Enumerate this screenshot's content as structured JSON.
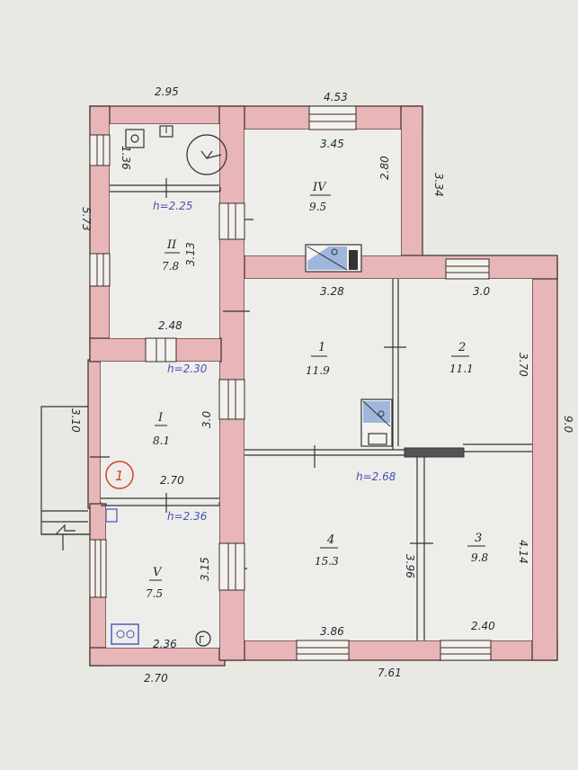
{
  "dims": {
    "top_left": "2.95",
    "top_right": "4.53",
    "left_outer": "5.73",
    "right_upper": "3.34",
    "right_outer": "9.0",
    "bottom_left": "2.70",
    "bottom_right": "7.61",
    "porch": "3.10"
  },
  "rooms": {
    "wc": {
      "width": "1.36"
    },
    "r2": {
      "num": "II",
      "area": "7.8",
      "wall_w": "2.48",
      "wall_h": "3.13",
      "height": "h=2.25"
    },
    "r4": {
      "num": "IV",
      "area": "9.5",
      "wall_w": "3.45",
      "wall_h": "2.80"
    },
    "r1": {
      "num": "I",
      "area": "8.1",
      "wall_w": "2.70",
      "wall_h": "3.0",
      "height": "h=2.30"
    },
    "r5": {
      "num": "V",
      "area": "7.5",
      "wall_w": "2.36",
      "wall_h": "3.15",
      "height": "h=2.36",
      "mark": "Г"
    },
    "a1": {
      "num": "1",
      "area": "11.9",
      "wall_w": "3.28"
    },
    "a2": {
      "num": "2",
      "area": "11.1",
      "wall_w": "3.0",
      "wall_h": "3.70"
    },
    "a3": {
      "num": "3",
      "area": "9.8",
      "wall_w": "2.40",
      "wall_h": "4.14"
    },
    "a4": {
      "num": "4",
      "area": "15.3",
      "wall_w": "3.86",
      "wall_h": "3.96",
      "height": "h=2.68"
    }
  },
  "circled": "1"
}
